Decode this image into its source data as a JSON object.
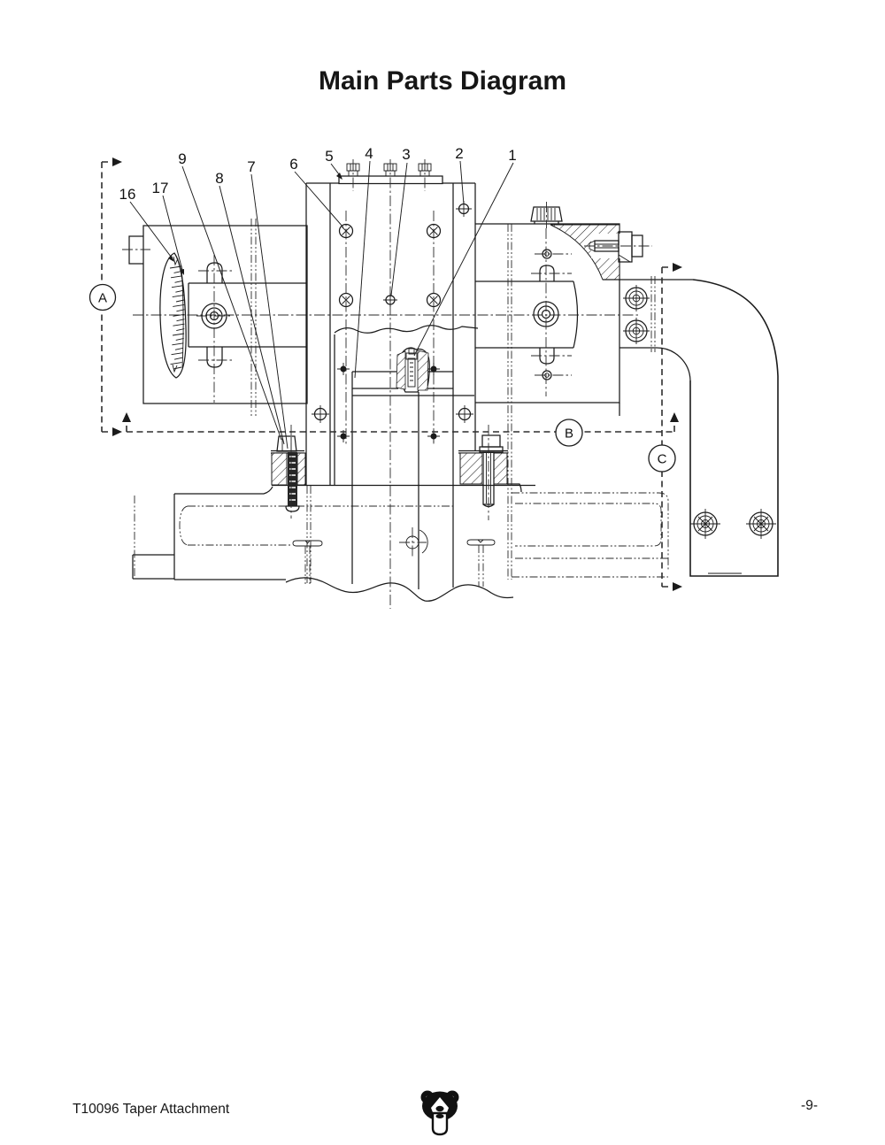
{
  "page": {
    "title": "Main Parts Diagram"
  },
  "footer": {
    "left": "T10096 Taper Attachment",
    "page_number": "-9-",
    "logo_name": "grizzly-bear-logo"
  },
  "diagram": {
    "callouts": [
      {
        "label": "1"
      },
      {
        "label": "2"
      },
      {
        "label": "3"
      },
      {
        "label": "4"
      },
      {
        "label": "5"
      },
      {
        "label": "6"
      },
      {
        "label": "7"
      },
      {
        "label": "8"
      },
      {
        "label": "9"
      },
      {
        "label": "16"
      },
      {
        "label": "17"
      }
    ],
    "sections": [
      {
        "label": "A"
      },
      {
        "label": "B"
      },
      {
        "label": "C"
      }
    ]
  }
}
